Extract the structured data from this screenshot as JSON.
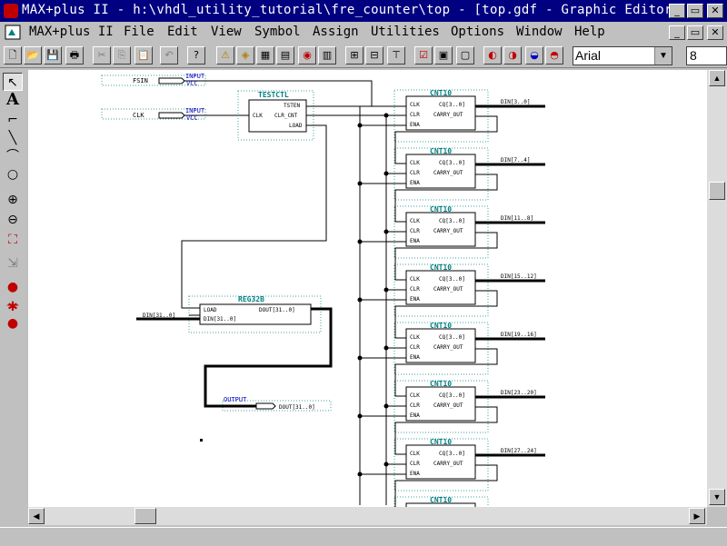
{
  "window": {
    "title": "MAX+plus II - h:\\vhdl_utility_tutorial\\fre_counter\\top - [top.gdf - Graphic Editor]",
    "controls": [
      "_",
      "▭",
      "✕"
    ]
  },
  "menu": [
    {
      "label": "MAX+plus II"
    },
    {
      "label": "File"
    },
    {
      "label": "Edit"
    },
    {
      "label": "View"
    },
    {
      "label": "Symbol"
    },
    {
      "label": "Assign"
    },
    {
      "label": "Utilities"
    },
    {
      "label": "Options"
    },
    {
      "label": "Window"
    },
    {
      "label": "Help"
    }
  ],
  "toolbar": {
    "font_name": "Arial",
    "font_size": "8"
  },
  "schematic": {
    "inputs": [
      {
        "name": "FSIN",
        "port_type": "INPUT",
        "port_value": "VCC"
      },
      {
        "name": "CLK",
        "port_type": "INPUT",
        "port_value": "VCC"
      }
    ],
    "testctl": {
      "name": "TESTCTL",
      "ports": {
        "tsten": "TSTEN",
        "clk": "CLK",
        "clr_cnt": "CLR_CNT",
        "load": "LOAD"
      }
    },
    "reg32b": {
      "name": "REG32B",
      "ports": {
        "load": "LOAD",
        "dout": "DOUT[31..0]",
        "din": "DIN[31..0]"
      },
      "din_bus": "DIN[31..0]"
    },
    "output": {
      "port_type": "OUTPUT",
      "name": "DOUT[31..0]"
    },
    "counters": [
      {
        "name": "CNT10",
        "bus": "DIN[3..0]"
      },
      {
        "name": "CNT10",
        "bus": "DIN[7..4]"
      },
      {
        "name": "CNT10",
        "bus": "DIN[11..8]"
      },
      {
        "name": "CNT10",
        "bus": "DIN[15..12]"
      },
      {
        "name": "CNT10",
        "bus": "DIN[19..16]"
      },
      {
        "name": "CNT10",
        "bus": "DIN[23..20]"
      },
      {
        "name": "CNT10",
        "bus": "DIN[27..24]"
      },
      {
        "name": "CNT10",
        "bus": ""
      }
    ],
    "cnt_ports": {
      "clk": "CLK",
      "cq": "CQ[3..0]",
      "clr": "CLR",
      "carry": "CARRY_OUT",
      "ena": "ENA"
    }
  }
}
